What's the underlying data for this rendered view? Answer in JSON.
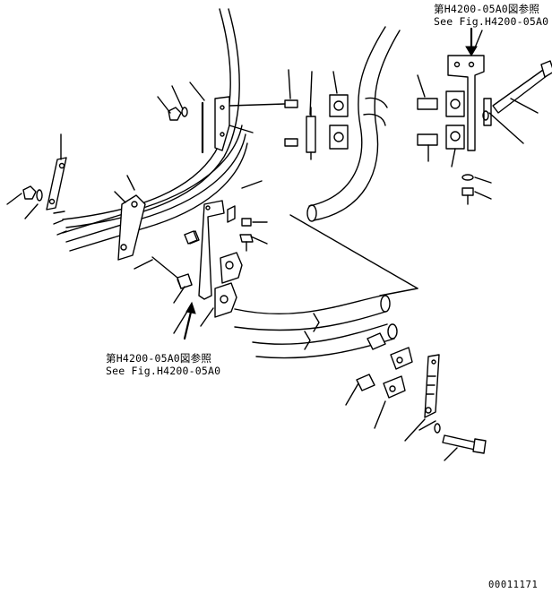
{
  "refs": {
    "top": {
      "line1": "第H4200-05A0図参照",
      "line2": "See Fig.H4200-05A0"
    },
    "mid": {
      "line1": "第H4200-05A0図参照",
      "line2": "See Fig.H4200-05A0"
    }
  },
  "drawing": {
    "code": "00011171"
  },
  "colors": {
    "ink": "#000000",
    "background": "#ffffff"
  }
}
